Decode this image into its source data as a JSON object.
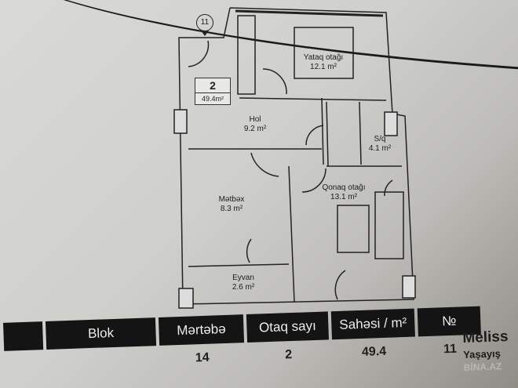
{
  "floor_plan": {
    "apartment_marker": "11",
    "unit_badge": {
      "rooms": "2",
      "area": "49.4m²"
    },
    "rooms": [
      {
        "name": "Yataq otağı",
        "area": "12.1 m²"
      },
      {
        "name": "Hol",
        "area": "9.2 m²"
      },
      {
        "name": "S/q",
        "area": "4.1 m²"
      },
      {
        "name": "Mətbəx",
        "area": "8.3 m²"
      },
      {
        "name": "Qonaq otağı",
        "area": "13.1 m²"
      },
      {
        "name": "Eyvan",
        "area": "2.6 m²"
      }
    ]
  },
  "info_table": {
    "headers": [
      "",
      "Blok",
      "Mərtəbə",
      "Otaq sayı",
      "Sahəsi / m²",
      "№"
    ],
    "values": [
      "",
      "",
      "14",
      "2",
      "49.4",
      "11"
    ]
  },
  "brand": {
    "title": "Meliss",
    "subtitle": "Yaşayış",
    "watermark": "BİNA.AZ"
  }
}
